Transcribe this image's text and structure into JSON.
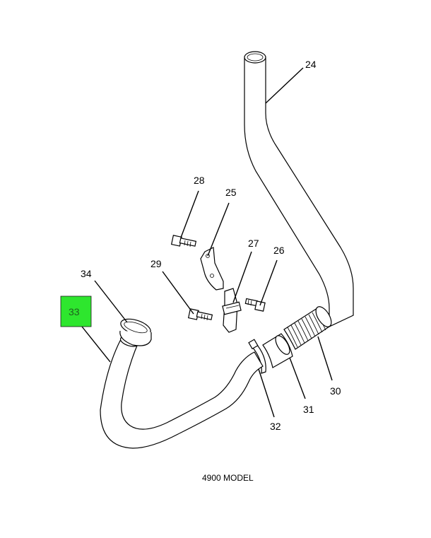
{
  "diagram": {
    "caption": "4900 MODEL",
    "highlighted_part": "33",
    "highlight_color": "#2ee62e",
    "callouts": {
      "c24": "24",
      "c25": "25",
      "c26": "26",
      "c27": "27",
      "c28": "28",
      "c29": "29",
      "c30": "30",
      "c31": "31",
      "c32": "32",
      "c33": "33",
      "c34": "34"
    },
    "footer_left": "",
    "footer_right": ""
  }
}
